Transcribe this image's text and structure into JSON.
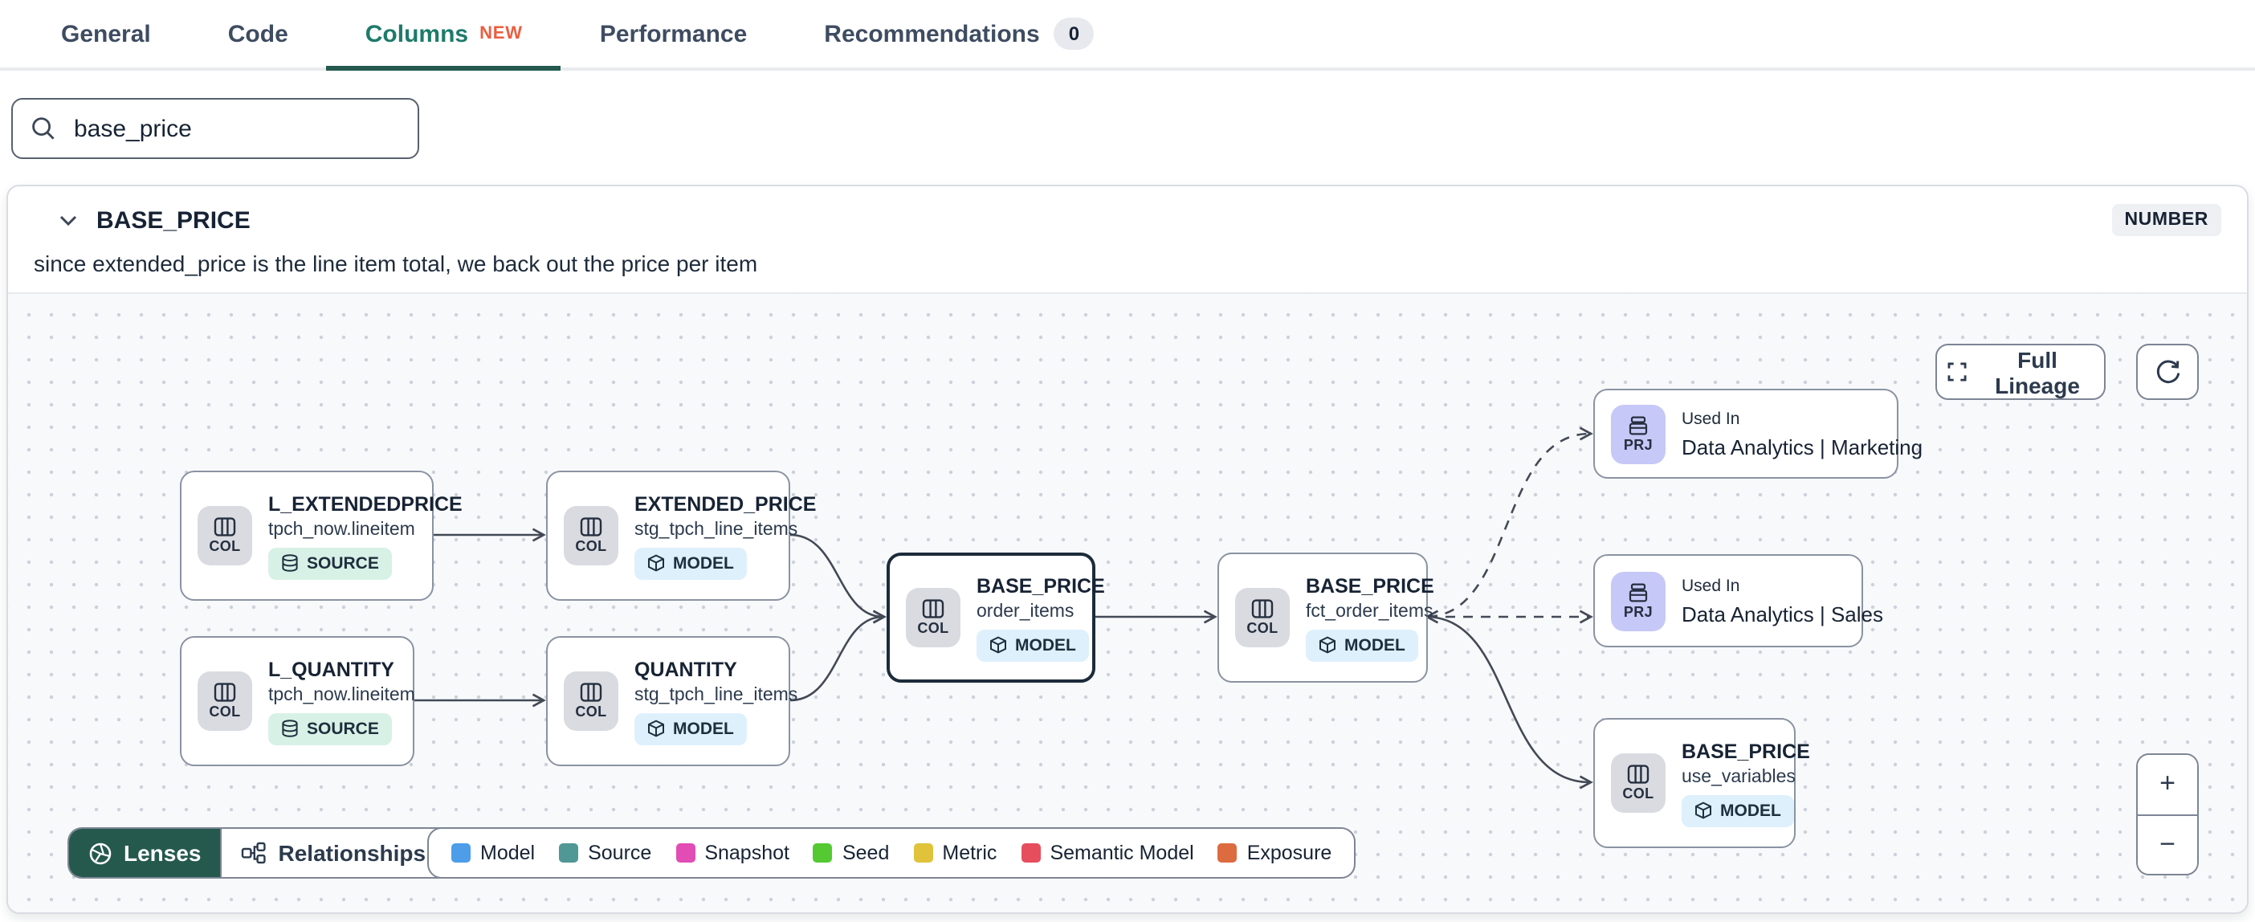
{
  "tabs": {
    "items": [
      {
        "label": "General"
      },
      {
        "label": "Code"
      },
      {
        "label": "Columns",
        "badge": "NEW"
      },
      {
        "label": "Performance"
      },
      {
        "label": "Recommendations",
        "count": "0"
      }
    ]
  },
  "search": {
    "value": "base_price"
  },
  "column_panel": {
    "name": "BASE_PRICE",
    "data_type": "NUMBER",
    "description": "since extended_price is the line item total, we back out the price per item"
  },
  "lineage": {
    "controls": {
      "full_lineage": "Full Lineage",
      "zoom_in": "+",
      "zoom_out": "−"
    },
    "toolbar": {
      "lenses": "Lenses",
      "relationships": "Relationships"
    },
    "nodes": [
      {
        "badge": "COL",
        "title": "L_EXTENDEDPRICE",
        "subtitle": "tpch_now.lineitem",
        "tag": "SOURCE"
      },
      {
        "badge": "COL",
        "title": "EXTENDED_PRICE",
        "subtitle": "stg_tpch_line_items",
        "tag": "MODEL"
      },
      {
        "badge": "COL",
        "title": "L_QUANTITY",
        "subtitle": "tpch_now.lineitem",
        "tag": "SOURCE"
      },
      {
        "badge": "COL",
        "title": "QUANTITY",
        "subtitle": "stg_tpch_line_items",
        "tag": "MODEL"
      },
      {
        "badge": "COL",
        "title": "BASE_PRICE",
        "subtitle": "order_items",
        "tag": "MODEL"
      },
      {
        "badge": "COL",
        "title": "BASE_PRICE",
        "subtitle": "fct_order_items",
        "tag": "MODEL"
      },
      {
        "badge": "PRJ",
        "title": "Used In",
        "subtitle": "Data Analytics | Marketing"
      },
      {
        "badge": "PRJ",
        "title": "Used In",
        "subtitle": "Data Analytics | Sales"
      },
      {
        "badge": "COL",
        "title": "BASE_PRICE",
        "subtitle": "use_variables",
        "tag": "MODEL"
      }
    ],
    "legend": [
      {
        "label": "Model",
        "color": "#4d9de8"
      },
      {
        "label": "Source",
        "color": "#4f9896"
      },
      {
        "label": "Snapshot",
        "color": "#e14cb5"
      },
      {
        "label": "Seed",
        "color": "#55c932"
      },
      {
        "label": "Metric",
        "color": "#e0c33b"
      },
      {
        "label": "Semantic Model",
        "color": "#e64e5e"
      },
      {
        "label": "Exposure",
        "color": "#dd6b40"
      }
    ]
  }
}
